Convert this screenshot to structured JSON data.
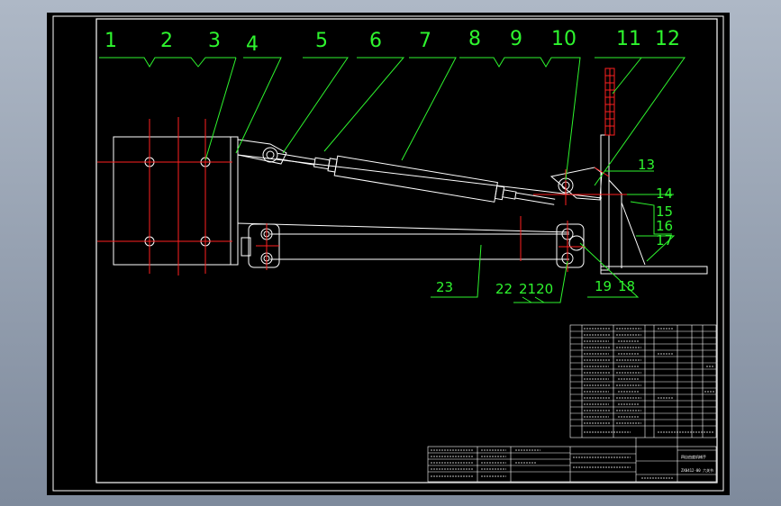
{
  "part_labels_top": [
    "1",
    "2",
    "3",
    "4",
    "5",
    "6",
    "7",
    "8",
    "9",
    "10",
    "11",
    "12"
  ],
  "part_labels_side": [
    "13",
    "14",
    "15",
    "16",
    "17"
  ],
  "part_labels_bottom": [
    "23",
    "22",
    "2120",
    "19",
    "18"
  ],
  "title_block": {
    "name_text": "四自由度机械手",
    "code_text": "ZX0412-00 六关节"
  },
  "colors": {
    "background": "#000000",
    "frame": "#ffffff",
    "leader": "#2ef52e",
    "center_line": "#ff2020"
  }
}
